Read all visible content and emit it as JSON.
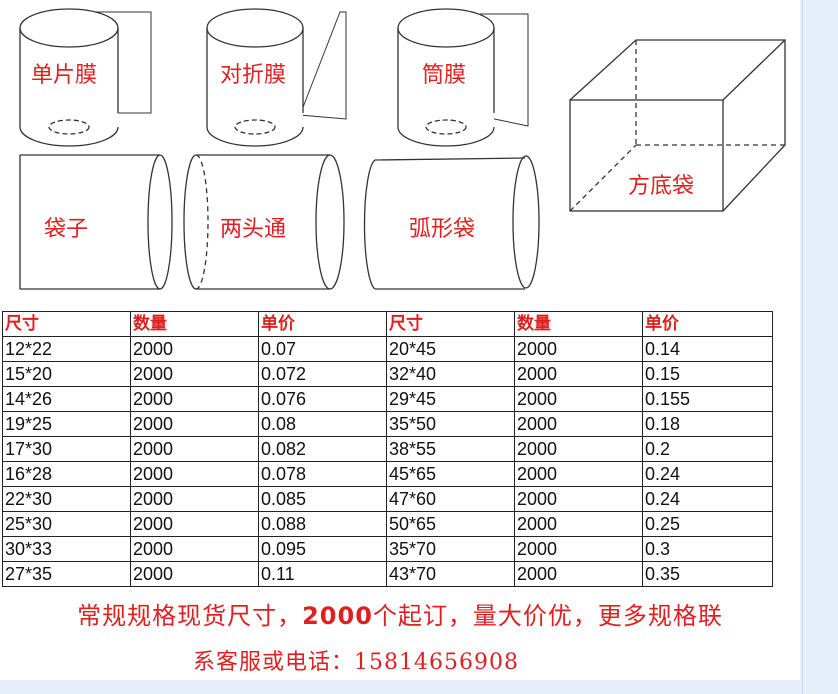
{
  "diagram": {
    "labels": {
      "single_film": "单片膜",
      "folded_film": "对折膜",
      "tube_film": "筒膜",
      "square_bottom_bag": "方底袋",
      "bag": "袋子",
      "open_both_ends": "两头通",
      "arc_bag": "弧形袋"
    }
  },
  "table": {
    "headers": [
      "尺寸",
      "数量",
      "单价",
      "尺寸",
      "数量",
      "单价"
    ],
    "rows": [
      [
        "12*22",
        "2000",
        "0.07",
        "20*45",
        "2000",
        "0.14"
      ],
      [
        "15*20",
        "2000",
        "0.072",
        "32*40",
        "2000",
        "0.15"
      ],
      [
        "14*26",
        "2000",
        "0.076",
        "29*45",
        "2000",
        "0.155"
      ],
      [
        "19*25",
        "2000",
        "0.08",
        "35*50",
        "2000",
        "0.18"
      ],
      [
        "17*30",
        "2000",
        "0.082",
        "38*55",
        "2000",
        "0.2"
      ],
      [
        "16*28",
        "2000",
        "0.078",
        "45*65",
        "2000",
        "0.24"
      ],
      [
        "22*30",
        "2000",
        "0.085",
        "47*60",
        "2000",
        "0.24"
      ],
      [
        "25*30",
        "2000",
        "0.088",
        "50*65",
        "2000",
        "0.25"
      ],
      [
        "30*33",
        "2000",
        "0.095",
        "35*70",
        "2000",
        "0.3"
      ],
      [
        "27*35",
        "2000",
        "0.11",
        "43*70",
        "2000",
        "0.35"
      ]
    ]
  },
  "footer": {
    "line1_before": "常规规格现货尺寸，",
    "line1_count": "2000",
    "line1_after": "个起订，量大价优，更多规格联",
    "line2": "系客服或电话：15814656908"
  },
  "colors": {
    "accent_red": "#e02020",
    "line": "#333333",
    "gutter": "#e6eefa"
  }
}
